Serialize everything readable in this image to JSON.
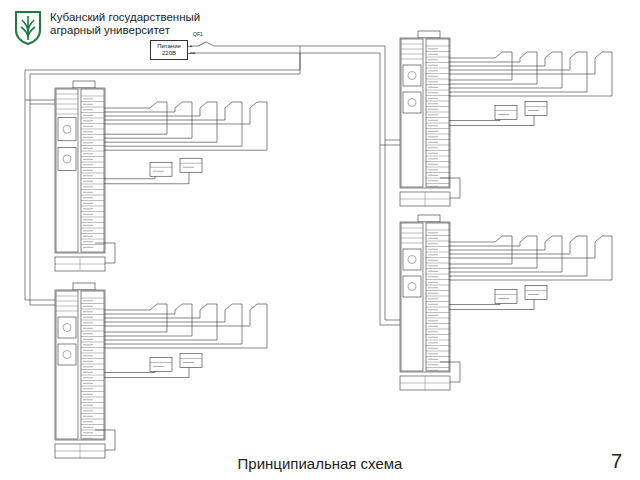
{
  "diagram": {
    "caption": "Принципиальная схема",
    "nodes": [
      {
        "text": [
          "Питание 220В"
        ]
      }
    ],
    "labels": [
      "Кубанский государственный аграрный университет",
      "QF1",
      "7"
    ]
  }
}
